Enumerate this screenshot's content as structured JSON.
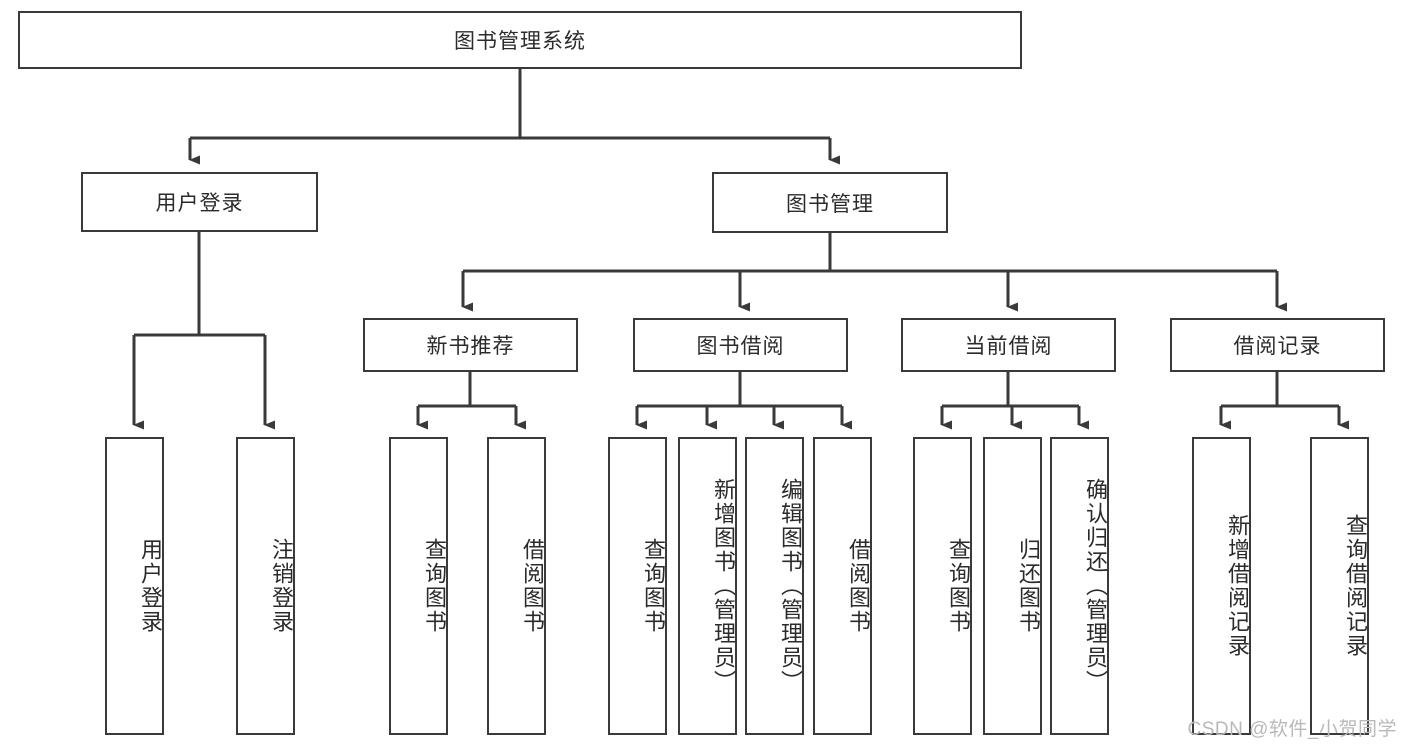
{
  "diagram": {
    "title": "图书管理系统",
    "watermark": "CSDN @软件_小贺同学",
    "colors": {
      "box_border": "#3a3a3a",
      "connector": "#3a3a3a",
      "background": "#ffffff",
      "text": "#2b2b2b",
      "watermark": "#b9b9b9"
    },
    "root": {
      "label": "图书管理系统"
    },
    "level2": [
      {
        "label": "用户登录"
      },
      {
        "label": "图书管理"
      }
    ],
    "level3": [
      {
        "label": "新书推荐"
      },
      {
        "label": "图书借阅"
      },
      {
        "label": "当前借阅"
      },
      {
        "label": "借阅记录"
      }
    ],
    "leaves": {
      "user_login": [
        {
          "label": "用户登录"
        },
        {
          "label": "注销登录"
        }
      ],
      "new_book_recommend": [
        {
          "label": "查询图书"
        },
        {
          "label": "借阅图书"
        }
      ],
      "book_borrow": [
        {
          "label": "查询图书"
        },
        {
          "label": "新增图书（管理员）"
        },
        {
          "label": "编辑图书（管理员）"
        },
        {
          "label": "借阅图书"
        }
      ],
      "current_borrow": [
        {
          "label": "查询图书"
        },
        {
          "label": "归还图书"
        },
        {
          "label": "确认归还（管理员）"
        }
      ],
      "borrow_records": [
        {
          "label": "新增借阅记录"
        },
        {
          "label": "查询借阅记录"
        }
      ]
    }
  }
}
